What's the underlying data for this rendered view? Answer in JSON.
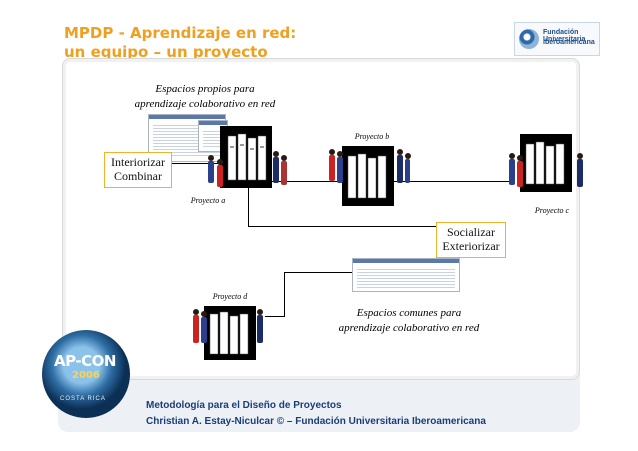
{
  "header": {
    "title_line1": "MPDP - Aprendizaje en red:",
    "title_line2": "un equipo – un proyecto",
    "logo_line1": "Fundación Universitaria",
    "logo_line2": "Iberoamericana"
  },
  "diagram": {
    "caption_top_line1": "Espacios propios para",
    "caption_top_line2": "aprendizaje colaborativo en red",
    "box_left_line1": "Interiorizar",
    "box_left_line2": "Combinar",
    "box_right_line1": "Socializar",
    "box_right_line2": "Exteriorizar",
    "project_a": "Proyecto a",
    "project_b": "Proyecto b",
    "project_c": "Proyecto c",
    "project_d": "Proyecto d",
    "caption_bottom_line1": "Espacios comunes para",
    "caption_bottom_line2": "aprendizaje colaborativo en red"
  },
  "badge": {
    "name": "AP-CON",
    "year": "2006",
    "country": "COSTA RICA"
  },
  "footer": {
    "line1": "Metodología para el Diseño de Proyectos",
    "line2": "Christian A. Estay-Niculcar © – Fundación Universitaria Iberoamericana"
  },
  "colors": {
    "title": "#f0a020",
    "box_border": "#f2b12a",
    "footer_text": "#1a3d7a"
  }
}
